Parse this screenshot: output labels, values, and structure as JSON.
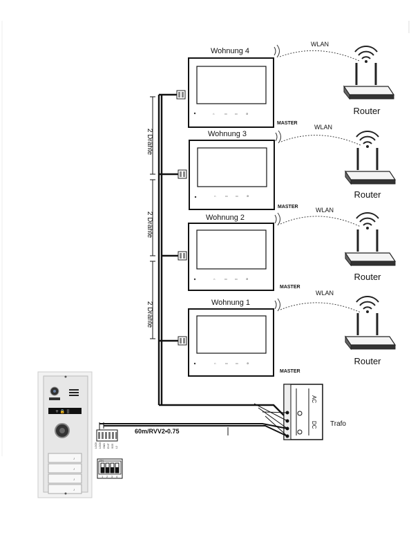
{
  "monitors": [
    {
      "title": "Wohnung 4",
      "tag": "MASTER",
      "wifi": "WLAN",
      "router": "Router"
    },
    {
      "title": "Wohnung 3",
      "tag": "MASTER",
      "wifi": "WLAN",
      "router": "Router"
    },
    {
      "title": "Wohnung 2",
      "tag": "MASTER",
      "wifi": "WLAN",
      "router": "Router"
    },
    {
      "title": "Wohnung 1",
      "tag": "MASTER",
      "wifi": "WLAN",
      "router": "Router"
    }
  ],
  "wire_labels": [
    "2 Drähte",
    "2 Drähte",
    "2 Drähte"
  ],
  "cable_label": "60m/RVV2•0.75",
  "transformer": {
    "label": "Trafo",
    "ac": "AC",
    "dc": "DC"
  }
}
